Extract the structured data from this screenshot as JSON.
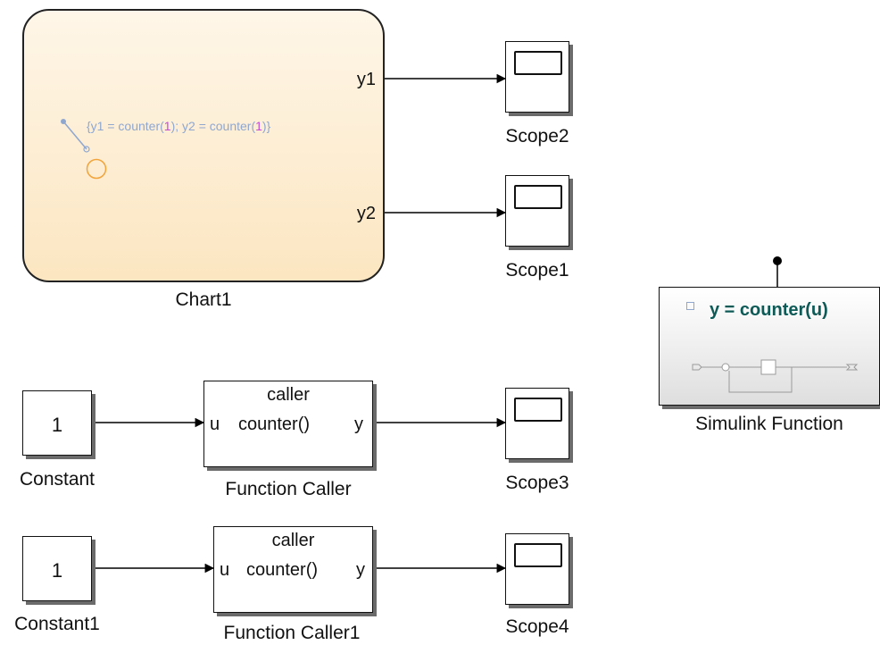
{
  "chart1": {
    "label": "Chart1",
    "action_prefix": "{y1 = counter(",
    "arg1": "1",
    "action_middle": "); y2 = counter(",
    "arg2": "1",
    "action_suffix": ")}",
    "outputs": [
      "y1",
      "y2"
    ]
  },
  "scopes": [
    "Scope2",
    "Scope1",
    "Scope3",
    "Scope4"
  ],
  "constants": [
    {
      "value": "1",
      "label": "Constant"
    },
    {
      "value": "1",
      "label": "Constant1"
    }
  ],
  "function_callers": [
    {
      "title": "caller",
      "input": "u",
      "signature": "counter()",
      "output": "y",
      "label": "Function Caller"
    },
    {
      "title": "caller",
      "input": "u",
      "signature": "counter()",
      "output": "y",
      "label": "Function Caller1"
    }
  ],
  "simulink_function": {
    "title": "y = counter(u)",
    "label": "Simulink Function"
  },
  "colors": {
    "chart_fill": "#fce6c1",
    "transition": "#9ab3d6",
    "state_circle": "#f2a33a",
    "action_text": "#8fa7cf",
    "action_number": "#c44ad6",
    "sf_title": "#0d5a57"
  }
}
